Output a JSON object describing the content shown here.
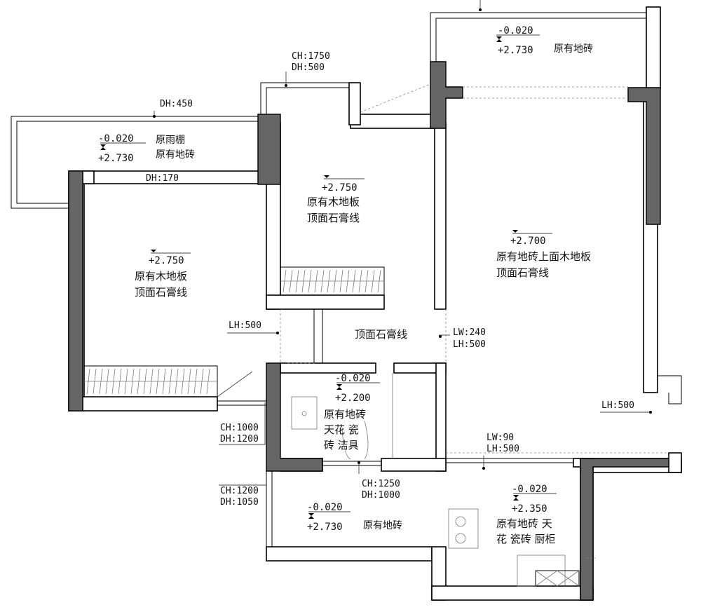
{
  "labels": {
    "roof_dh": "DH:450",
    "roof_elev_low": "-0.020",
    "roof_elev_high": "+2.730",
    "roof_note_1": "原雨棚",
    "roof_note_2": "原有地砖",
    "beam_dh": "DH:170",
    "bed_left_elev": "+2.750",
    "bed_left_note_1": "原有木地板",
    "bed_left_note_2": "顶面石膏线",
    "top_ch": "CH:1750",
    "top_dh": "DH:500",
    "bed_mid_elev": "+2.750",
    "bed_mid_note_1": "原有木地板",
    "bed_mid_note_2": "顶面石膏线",
    "balc_top_elev_low": "-0.020",
    "balc_top_elev_high": "+2.730",
    "balc_top_note": "原有地砖",
    "living_elev": "+2.700",
    "living_note_1": "原有地砖上面木地板",
    "living_note_2": "顶面石膏线",
    "hall_lh": "LH:500",
    "hall_note": "顶面石膏线",
    "hall_lw": "LW:240",
    "hall_lh2": "LH:500",
    "bath_elev_low": "-0.020",
    "bath_elev_high": "+2.200",
    "bath_note_1": "原有地砖",
    "bath_note_2": "天花 瓷",
    "bath_note_3": "砖 洁具",
    "win_ch_1": "CH:1000",
    "win_dh_1": "DH:1200",
    "right_lh": "LH:500",
    "kitchen_lw": "LW:90",
    "kitchen_lh": "LH:500",
    "win_ch_2": "CH:1200",
    "win_dh_2": "DH:1050",
    "door_ch": "CH:1250",
    "door_dh": "DH:1000",
    "balc_bot_elev_low": "-0.020",
    "balc_bot_elev_high": "+2.730",
    "balc_bot_note": "原有地砖",
    "kitchen_elev_low": "-0.020",
    "kitchen_elev_high": "+2.350",
    "kitchen_note_1": "原有地砖 天",
    "kitchen_note_2": "花 瓷砖 厨柜"
  }
}
